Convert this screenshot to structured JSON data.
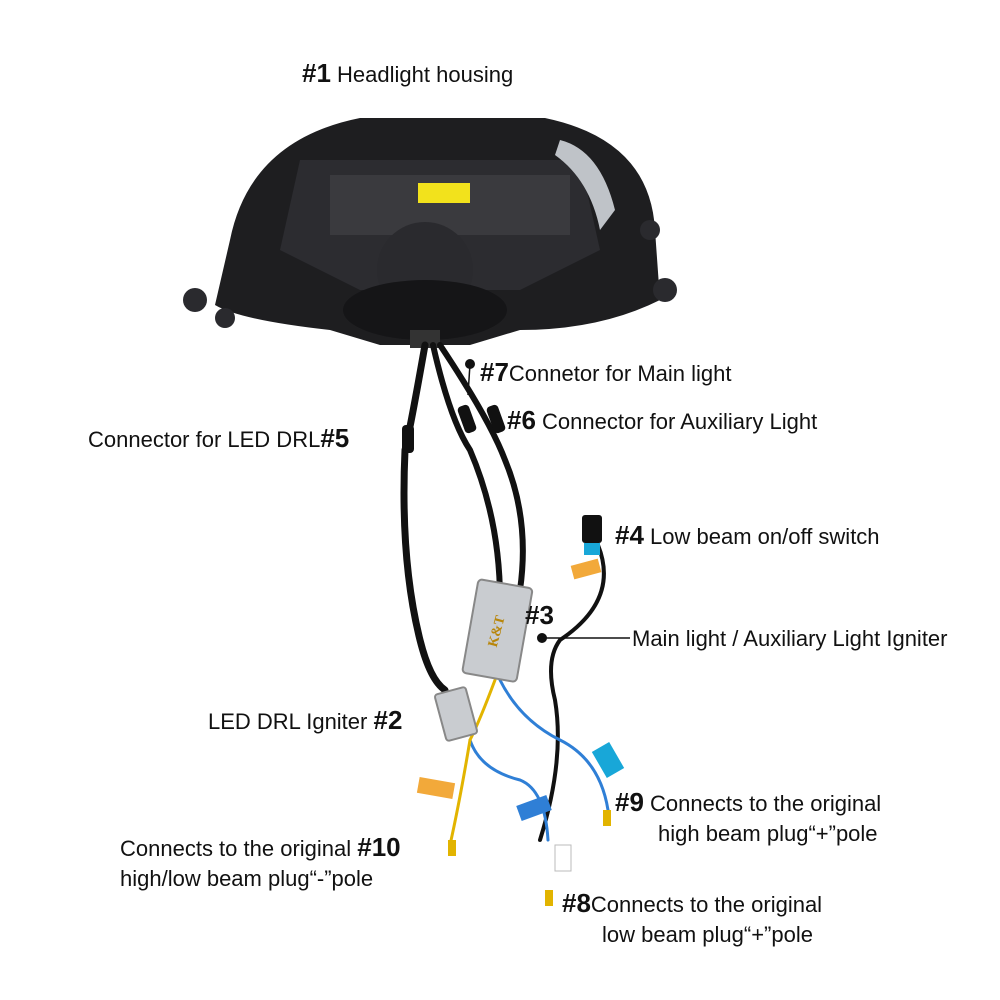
{
  "callouts": {
    "c1": {
      "num": "#1",
      "text": "Headlight housing"
    },
    "c7": {
      "num": "#7",
      "text": "Connetor for Main light"
    },
    "c5": {
      "num": "#5",
      "text": "Connector for LED DRL"
    },
    "c6": {
      "num": "#6",
      "text": "Connector for Auxiliary Light"
    },
    "c4": {
      "num": "#4",
      "text": "Low beam on/off switch"
    },
    "c3": {
      "num": "#3",
      "text": "Main light / Auxiliary Light Igniter"
    },
    "c2": {
      "num": "#2",
      "text": "LED DRL Igniter"
    },
    "c9": {
      "num": "#9",
      "line1": "Connects to the original",
      "line2": "high beam plug“+”pole"
    },
    "c10": {
      "num": "#10",
      "line1": "Connects to the original",
      "line2": "high/low beam plug“-”pole"
    },
    "c8": {
      "num": "#8",
      "line1": "Connects to the original",
      "line2": "low beam plug“+”pole"
    }
  },
  "igniter_brand": "K&T",
  "colors": {
    "housing": "#1e1e20",
    "wire": "#111111",
    "igniter": "#c9ccd0",
    "blue_wire": "#2f7fd6",
    "yellow_wire": "#e2b400",
    "orange_tag": "#f2a93a",
    "cyan_tag": "#18a7d8",
    "yellow_sticker": "#f2e21c"
  }
}
